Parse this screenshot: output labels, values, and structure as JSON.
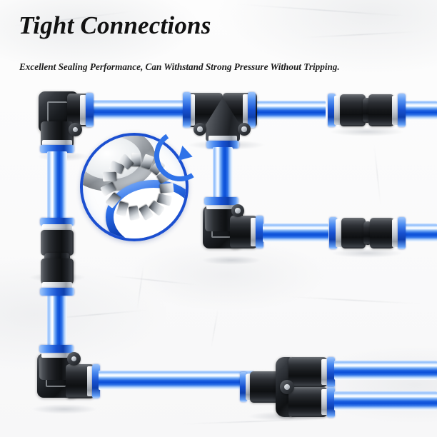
{
  "headline": "Tight Connections",
  "subline": "Excellent Sealing Performance, Can Withstand Strong Pressure Without Tripping.",
  "colors": {
    "tube_blue": "#0b4fd8",
    "tube_blue_light": "#8ebdfb",
    "collar_blue": "#1650cf",
    "fitting_black": "#17191c",
    "sleeve_grey": "#c3c8cf",
    "magnifier_border": "#1b4fd0",
    "arrow_blue": "#2f72e8",
    "background": "#fdfdfd",
    "headline_color": "#121212"
  },
  "magnifier": {
    "label": "cutaway-detail",
    "parts": [
      "stainless-steel-collet-gripping-ring",
      "metal-washer",
      "blue-o-ring-seal"
    ]
  },
  "fittings": [
    {
      "id": "elbow-top-left",
      "type": "elbow",
      "ports": 2
    },
    {
      "id": "union-left-vertical",
      "type": "straight-union",
      "ports": 2
    },
    {
      "id": "elbow-bottom-left",
      "type": "elbow",
      "ports": 2
    },
    {
      "id": "tee-top-center",
      "type": "tee",
      "ports": 3
    },
    {
      "id": "elbow-mid-center",
      "type": "elbow",
      "ports": 2
    },
    {
      "id": "union-top-right",
      "type": "straight-union",
      "ports": 2
    },
    {
      "id": "union-mid-right",
      "type": "straight-union",
      "ports": 2
    },
    {
      "id": "y-splitter-bottom",
      "type": "y-splitter",
      "ports": 3
    }
  ],
  "tubes": {
    "count": 12,
    "material": "pneumatic-air-hose",
    "color": "blue"
  }
}
